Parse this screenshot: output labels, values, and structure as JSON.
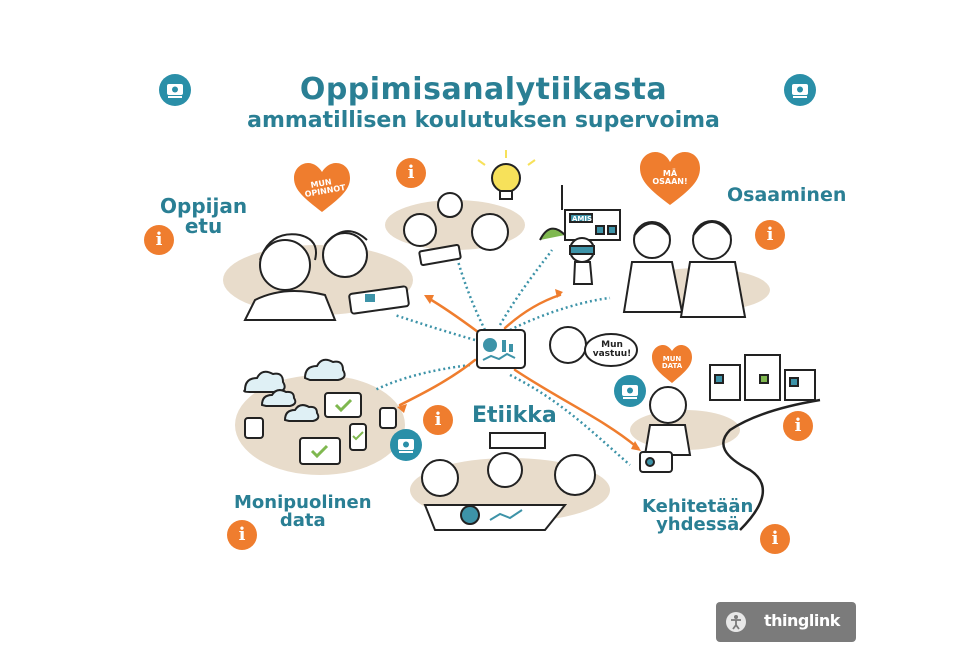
{
  "header": {
    "title": "Oppimisanalytiikasta",
    "subtitle": "ammatillisen koulutuksen supervoima"
  },
  "sections": {
    "learner_benefit": "Oppijan\netu",
    "competence": "Osaaminen",
    "ethics": "Etiikka",
    "diverse_data": "Monipuolinen\ndata",
    "developed_together": "Kehitetään\nyhdessä"
  },
  "hearts": {
    "my_studies": "MUN\nOPINNOT",
    "my_skills": "MÄ\nOSAAN!",
    "my_data": "MUN\nDATA"
  },
  "speech_bubble": "Mun\nvastuu!",
  "building_sign": "AMIS",
  "branding": {
    "label": "thinglink",
    "accessibility_icon": "accessibility-icon"
  },
  "colors": {
    "accent_teal": "#2a7f94",
    "accent_orange": "#ef7d2e",
    "media_blue": "#2a8fa8",
    "blob_beige": "#e8dccb"
  },
  "hotspots": {
    "info_icon": "info-icon",
    "media_icon": "media-icon"
  }
}
